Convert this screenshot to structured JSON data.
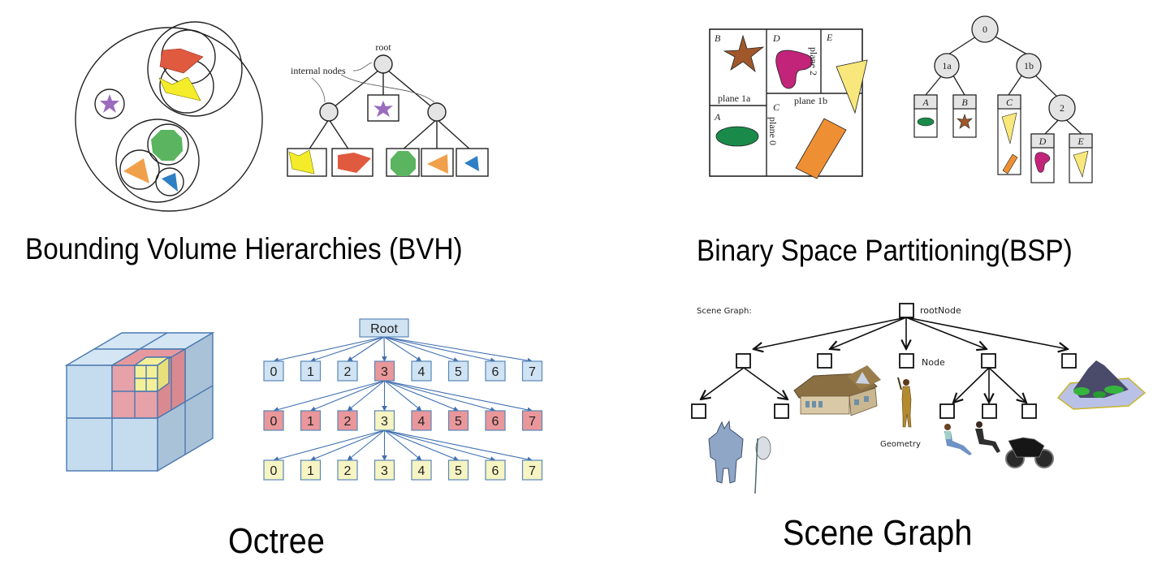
{
  "bvh": {
    "caption": "Bounding Volume Hierarchies (BVH)",
    "tree_labels": {
      "root": "root",
      "internal": "internal nodes"
    },
    "shape_colors": {
      "red": "#e05a3f",
      "yellow": "#f4ec2a",
      "purple": "#9b6bbd",
      "green": "#5bb560",
      "orange": "#f0a04b",
      "blue": "#2f7fc4",
      "node_fill": "#e4e4e4"
    }
  },
  "bsp": {
    "caption": "Binary Space Partitioning(BSP)",
    "regions": [
      "A",
      "B",
      "C",
      "D",
      "E"
    ],
    "planes": [
      "plane 0",
      "plane 1a",
      "plane 1b",
      "plane 2"
    ],
    "tree_nodes": [
      "0",
      "1a",
      "1b",
      "2"
    ],
    "leaves": [
      "A",
      "B",
      "C",
      "D",
      "E"
    ],
    "shape_colors": {
      "A": "#1a8a4a",
      "B": "#a0582a",
      "C": "#ee8f33",
      "D": "#c2247a",
      "E": "#f8e77a"
    }
  },
  "octree": {
    "caption": "Octree",
    "root_label": "Root",
    "levels": [
      {
        "labels": [
          "0",
          "1",
          "2",
          "3",
          "4",
          "5",
          "6",
          "7"
        ],
        "highlight": 3
      },
      {
        "labels": [
          "0",
          "1",
          "2",
          "3",
          "4",
          "5",
          "6",
          "7"
        ],
        "highlight": 3
      },
      {
        "labels": [
          "0",
          "1",
          "2",
          "3",
          "4",
          "5",
          "6",
          "7"
        ],
        "highlight": -1
      }
    ],
    "colors": {
      "level1": "#cfe3f3",
      "level2": "#e9979a",
      "level3": "#f6f4c3",
      "edge": "#3f6fb0",
      "cube_face": "#c5dcef",
      "cube_side": "#9fb9cf"
    }
  },
  "scene_graph": {
    "caption": "Scene Graph",
    "heading": "Scene Graph:",
    "root_label": "rootNode",
    "node_label": "Node",
    "geometry_label": "Geometry",
    "geometry_items": [
      "knight",
      "house",
      "female-character",
      "seated-woman",
      "seated-man",
      "motorcycle",
      "terrain-island"
    ]
  }
}
